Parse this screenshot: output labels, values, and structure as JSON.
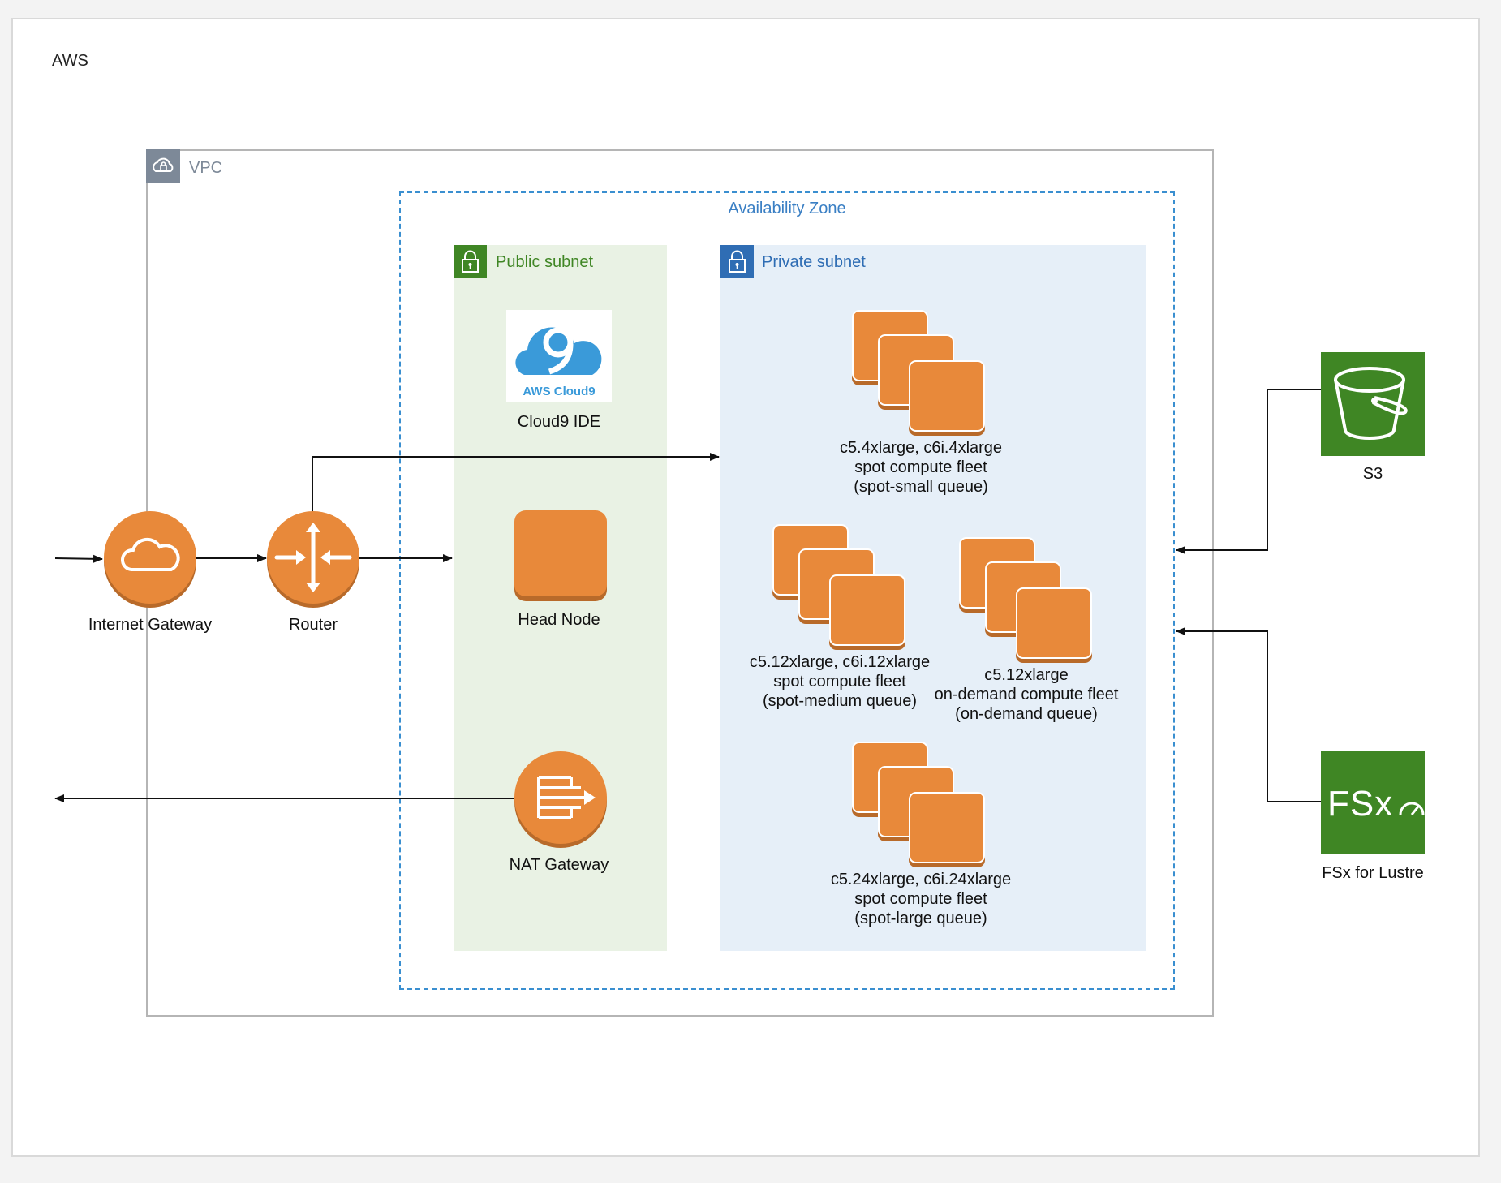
{
  "aws_label": "AWS",
  "vpc_label": "VPC",
  "az_label": "Availability Zone",
  "public_subnet_label": "Public subnet",
  "private_subnet_label": "Private subnet",
  "cloud9": {
    "logo_text": "AWS Cloud9",
    "label": "Cloud9 IDE"
  },
  "head_node_label": "Head Node",
  "nat_gateway_label": "NAT Gateway",
  "internet_gateway_label": "Internet Gateway",
  "router_label": "Router",
  "fleets": {
    "small": {
      "line1": "c5.4xlarge, c6i.4xlarge",
      "line2": "spot compute fleet",
      "line3": "(spot-small queue)"
    },
    "medium": {
      "line1": "c5.12xlarge, c6i.12xlarge",
      "line2": "spot compute fleet",
      "line3": "(spot-medium queue)"
    },
    "ondemand": {
      "line1": "c5.12xlarge",
      "line2": "on-demand compute fleet",
      "line3": "(on-demand queue)"
    },
    "large": {
      "line1": "c5.24xlarge, c6i.24xlarge",
      "line2": "spot compute fleet",
      "line3": "(spot-large queue)"
    }
  },
  "s3_label": "S3",
  "fsx": {
    "logo_text": "FSx",
    "label": "FSx for Lustre"
  },
  "colors": {
    "compute_orange": "#e8893a",
    "storage_green": "#3f8624",
    "az_blue": "#3a8fd0",
    "private_subnet_bg": "#e6eff8",
    "public_subnet_bg": "#e9f2e4"
  }
}
